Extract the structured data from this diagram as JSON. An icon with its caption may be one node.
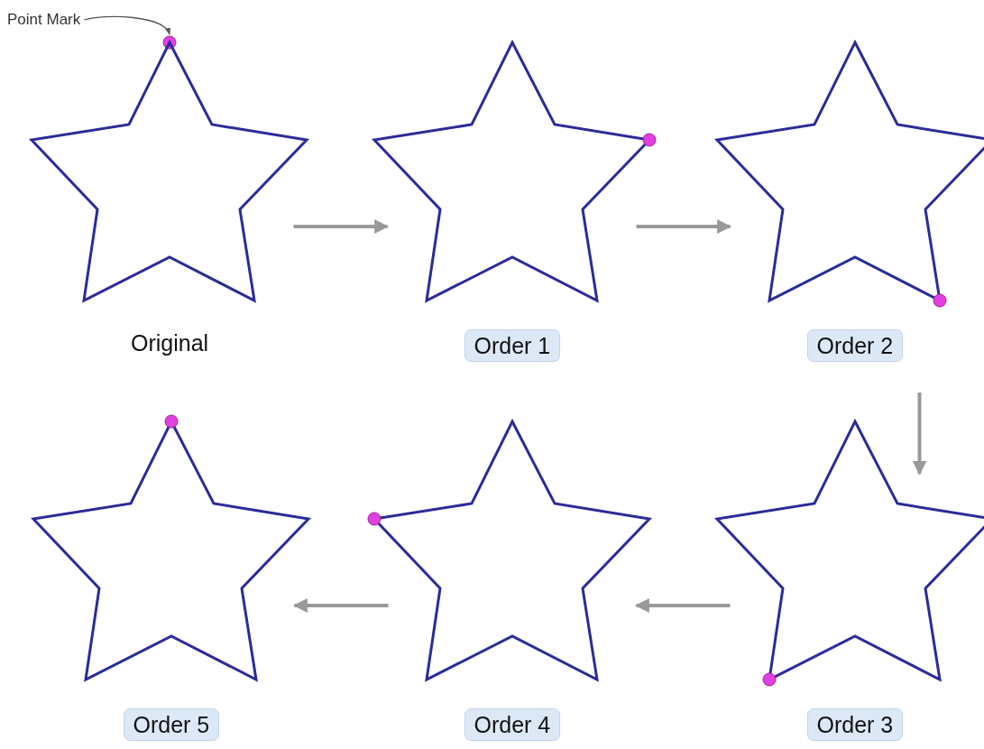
{
  "diagram": {
    "nodes": [
      {
        "text": [
          "Point Mark"
        ]
      },
      {
        "text": [],
        "shape": "circle"
      },
      {
        "text": [
          "Original"
        ]
      },
      {
        "text": [
          "Order 1"
        ]
      },
      {
        "text": [
          "Order 2"
        ]
      },
      {
        "text": [
          "Order 5"
        ]
      },
      {
        "text": [
          "Order 4"
        ]
      },
      {
        "text": [
          "Order 3"
        ]
      }
    ],
    "edges": [
      {
        "from": 0,
        "to": 1,
        "arrow": "to"
      },
      {
        "from": 2,
        "to": 3,
        "arrow": "to"
      },
      {
        "from": 3,
        "to": 4,
        "arrow": "to"
      },
      {
        "from": 4,
        "to": 7,
        "arrow": "to"
      },
      {
        "from": 7,
        "to": 6,
        "arrow": "to"
      },
      {
        "from": 6,
        "to": 5,
        "arrow": "to"
      }
    ]
  }
}
